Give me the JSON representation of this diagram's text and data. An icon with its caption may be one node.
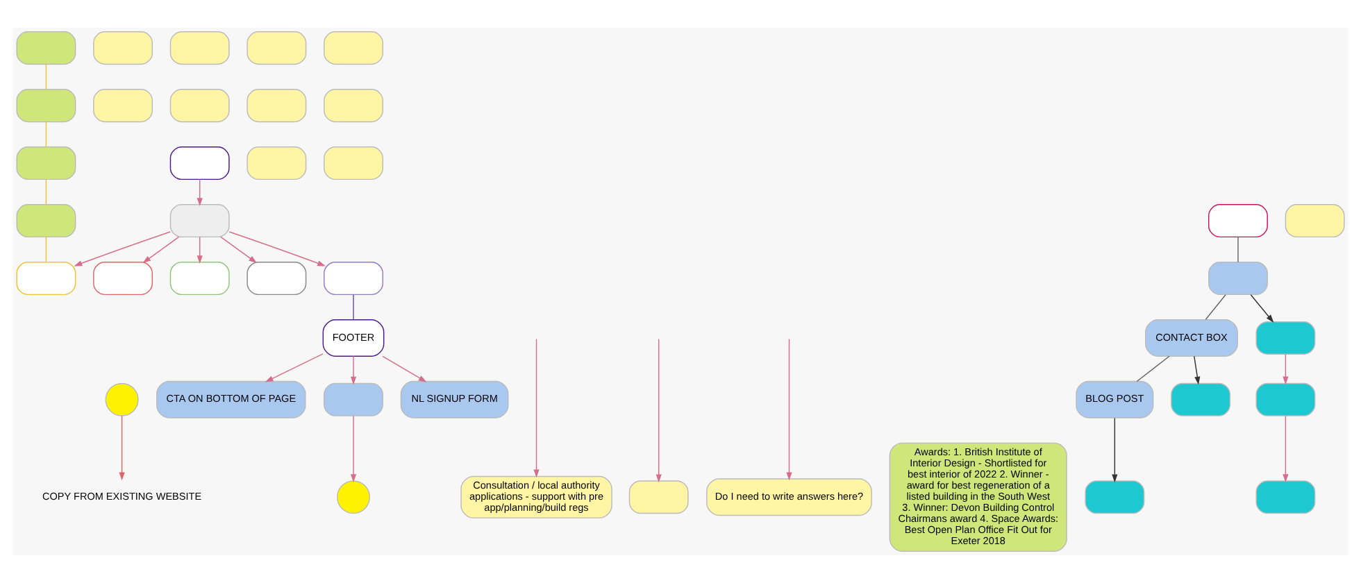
{
  "diagram": {
    "nodes": [
      {
        "text": [
          "COPY FROM EXISTING WEBSITE"
        ]
      },
      {
        "text": [],
        "shape": "circle"
      },
      {
        "text": [],
        "shape": "box"
      },
      {
        "text": [],
        "shape": "box"
      },
      {
        "text": [],
        "shape": "box"
      },
      {
        "text": [],
        "shape": "box"
      },
      {
        "text": [],
        "shape": "box"
      },
      {
        "text": [],
        "shape": "box"
      },
      {
        "text": [],
        "shape": "box"
      },
      {
        "text": [],
        "shape": "box"
      },
      {
        "text": [],
        "shape": "box"
      },
      {
        "text": [],
        "shape": "box"
      },
      {
        "text": [],
        "shape": "box"
      },
      {
        "text": [
          "FOOTER"
        ]
      },
      {
        "text": [
          "CTA ON BOTTOM OF PAGE"
        ]
      },
      {
        "text": [],
        "shape": "box"
      },
      {
        "text": [
          "NL SIGNUP FORM"
        ]
      },
      {
        "text": [],
        "shape": "circle"
      },
      {
        "text": [
          "Consultation / local authority applications - support with pre app/planning/build regs"
        ]
      },
      {
        "text": [],
        "shape": "box"
      },
      {
        "text": [
          "Do I need to write answers here?"
        ]
      },
      {
        "text": [
          "Awards: 1. British Institute of Interior Design - Shortlisted for best interior of 2022 2. Winner - award for best regeneration of a listed building in the South West 3. Winner: Devon Building Control Chairmans award 4. Space Awards: Best Open Plan Office Fit Out for Exeter 2018"
        ]
      },
      {
        "text": [],
        "shape": "box"
      },
      {
        "text": [],
        "shape": "box"
      },
      {
        "text": [
          "CONTACT BOX"
        ]
      },
      {
        "text": [
          "BLOG POST"
        ]
      },
      {
        "text": [],
        "shape": "box"
      },
      {
        "text": [],
        "shape": "box"
      },
      {
        "text": [],
        "shape": "box"
      },
      {
        "text": [],
        "shape": "box"
      },
      {
        "text": [],
        "shape": "box"
      },
      {
        "text": [],
        "shape": "box"
      },
      {
        "text": [],
        "shape": "box"
      },
      {
        "text": [],
        "shape": "box"
      },
      {
        "text": [],
        "shape": "box"
      },
      {
        "text": [],
        "shape": "box"
      },
      {
        "text": [],
        "shape": "box"
      },
      {
        "text": [],
        "shape": "box"
      },
      {
        "text": [],
        "shape": "box"
      },
      {
        "text": [],
        "shape": "box"
      },
      {
        "text": [],
        "shape": "box"
      },
      {
        "text": [],
        "shape": "box"
      }
    ],
    "edges": [
      {
        "from": 1,
        "to": 0,
        "arrow": "to",
        "color": "#e06666"
      },
      {
        "from": 2,
        "to": 3,
        "arrow": "none",
        "color": "#f1c232"
      },
      {
        "from": 3,
        "to": 4,
        "arrow": "none",
        "color": "#f1c232"
      },
      {
        "from": 4,
        "to": 5,
        "arrow": "none",
        "color": "#f1c232"
      },
      {
        "from": 5,
        "to": 8,
        "arrow": "none",
        "color": "#f1c232"
      },
      {
        "from": 6,
        "to": 7,
        "arrow": "to"
      },
      {
        "from": 7,
        "to": 8,
        "arrow": "to"
      },
      {
        "from": 7,
        "to": 9,
        "arrow": "to"
      },
      {
        "from": 7,
        "to": 10,
        "arrow": "to"
      },
      {
        "from": 7,
        "to": 11,
        "arrow": "to"
      },
      {
        "from": 7,
        "to": 12,
        "arrow": "to"
      },
      {
        "from": 12,
        "to": 13,
        "arrow": "none",
        "color": "#674ea7"
      },
      {
        "from": 13,
        "to": 14,
        "arrow": "to"
      },
      {
        "from": 13,
        "to": 15,
        "arrow": "to"
      },
      {
        "from": 13,
        "to": 16,
        "arrow": "to"
      },
      {
        "from": 15,
        "to": 17,
        "arrow": "to"
      },
      {
        "from": null,
        "to": 18,
        "arrow": "to"
      },
      {
        "from": null,
        "to": 19,
        "arrow": "to"
      },
      {
        "from": null,
        "to": 20,
        "arrow": "to"
      },
      {
        "from": 22,
        "to": 23,
        "arrow": "none",
        "color": "#666666"
      },
      {
        "from": 23,
        "to": 24,
        "arrow": "none",
        "color": "#666666"
      },
      {
        "from": 24,
        "to": 25,
        "arrow": "none",
        "color": "#666666"
      },
      {
        "from": 23,
        "to": 26,
        "arrow": "to",
        "color": "#333333"
      },
      {
        "from": 26,
        "to": 27,
        "arrow": "to"
      },
      {
        "from": 27,
        "to": 28,
        "arrow": "to"
      },
      {
        "from": 24,
        "to": 29,
        "arrow": "to",
        "color": "#333333"
      },
      {
        "from": 25,
        "to": 30,
        "arrow": "to",
        "color": "#333333"
      }
    ]
  }
}
